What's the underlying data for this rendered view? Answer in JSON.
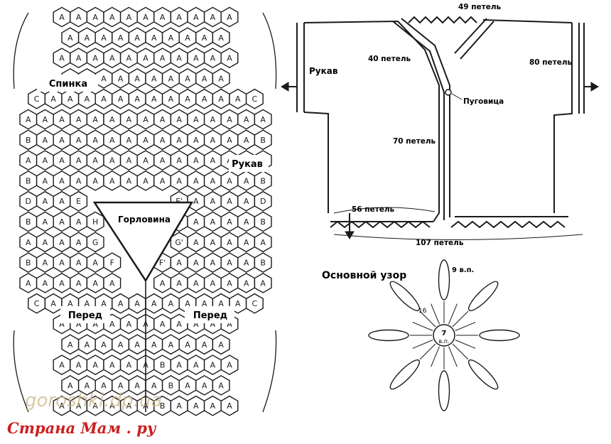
{
  "layout_chart": {
    "rows": [
      [
        "A",
        "A",
        "A",
        "A",
        "A",
        "A",
        "A",
        "A",
        "A",
        "A",
        "A"
      ],
      [
        "A",
        "A",
        "A",
        "A",
        "A",
        "A",
        "A",
        "A",
        "A",
        "A"
      ],
      [
        "A",
        "A",
        "A",
        "A",
        "A",
        "A",
        "A",
        "A",
        "A",
        "A",
        "A"
      ],
      [
        "A",
        "A",
        "A",
        "A",
        "A",
        "A",
        "A",
        "A",
        "A",
        "A"
      ],
      [
        "C",
        "A",
        "A",
        "A",
        "A",
        "A",
        "A",
        "A",
        "A",
        "A",
        "A",
        "A",
        "A",
        "C"
      ],
      [
        "A",
        "A",
        "A",
        "A",
        "A",
        "A",
        "A",
        "A",
        "A",
        "A",
        "A",
        "A",
        "A",
        "A",
        "A"
      ],
      [
        "B",
        "A",
        "A",
        "A",
        "A",
        "A",
        "A",
        "A",
        "A",
        "A",
        "A",
        "A",
        "A",
        "A",
        "B"
      ],
      [
        "A",
        "A",
        "A",
        "A",
        "A",
        "A",
        "A",
        "A",
        "A",
        "A",
        "A",
        "A",
        "A",
        "A",
        "A"
      ],
      [
        "B",
        "A",
        "A",
        "A",
        "A",
        "A",
        "A",
        "A",
        "A",
        "A",
        "A",
        "A",
        "A",
        "A",
        "B"
      ],
      [
        "D",
        "A",
        "A",
        "E",
        "",
        "",
        "",
        "",
        "",
        "E'",
        "A",
        "A",
        "A",
        "A",
        "D"
      ],
      [
        "B",
        "A",
        "A",
        "A",
        "H",
        "",
        "",
        "",
        "",
        "H'",
        "A",
        "A",
        "A",
        "A",
        "B"
      ],
      [
        "A",
        "A",
        "A",
        "A",
        "G",
        "",
        "",
        "",
        "",
        "G'",
        "A",
        "A",
        "A",
        "A",
        "A"
      ],
      [
        "B",
        "A",
        "A",
        "A",
        "A",
        "F",
        "",
        "",
        "F'",
        "A",
        "A",
        "A",
        "A",
        "A",
        "B"
      ],
      [
        "A",
        "A",
        "A",
        "A",
        "A",
        "A",
        "",
        "",
        "A",
        "A",
        "A",
        "A",
        "A",
        "A",
        "A"
      ],
      [
        "C",
        "A",
        "A",
        "A",
        "A",
        "A",
        "A",
        "A",
        "A",
        "A",
        "A",
        "A",
        "A",
        "C"
      ],
      [
        "A",
        "A",
        "A",
        "A",
        "A",
        "A",
        "A",
        "A",
        "A",
        "A",
        "A"
      ],
      [
        "A",
        "A",
        "A",
        "A",
        "A",
        "A",
        "A",
        "A",
        "A",
        "A"
      ],
      [
        "A",
        "A",
        "A",
        "A",
        "A",
        "A",
        "B",
        "A",
        "A",
        "A",
        "A"
      ],
      [
        "A",
        "A",
        "A",
        "A",
        "A",
        "A",
        "B",
        "A",
        "A",
        "A"
      ],
      [
        "A",
        "A",
        "A",
        "A",
        "A",
        "A",
        "B",
        "A",
        "A",
        "A",
        "A"
      ]
    ],
    "labels": {
      "back": "Спинка",
      "sleeve": "Рукав",
      "neckline": "Горловина",
      "front_left": "Перед",
      "front_right": "Перед"
    }
  },
  "schematic": {
    "top": "49 петель",
    "sleeve_label": "Рукав",
    "left_side": "40 петель",
    "right_side": "80 петель",
    "button": "Пуговица",
    "front": "70 петель",
    "bottom_left": "56 петель",
    "bottom_total": "107 петель"
  },
  "motif": {
    "title": "Основной узор",
    "chain_top": "9 в.п.",
    "center_number": "7",
    "center_unit": "в.п.",
    "stitch_count": "16"
  },
  "watermark": "goroshki.dp.ua",
  "brand": "Страна Мам . ру",
  "colors": {
    "line": "#1a1a1a",
    "brand": "#cc1f1f",
    "watermark": "#c9b78a"
  }
}
